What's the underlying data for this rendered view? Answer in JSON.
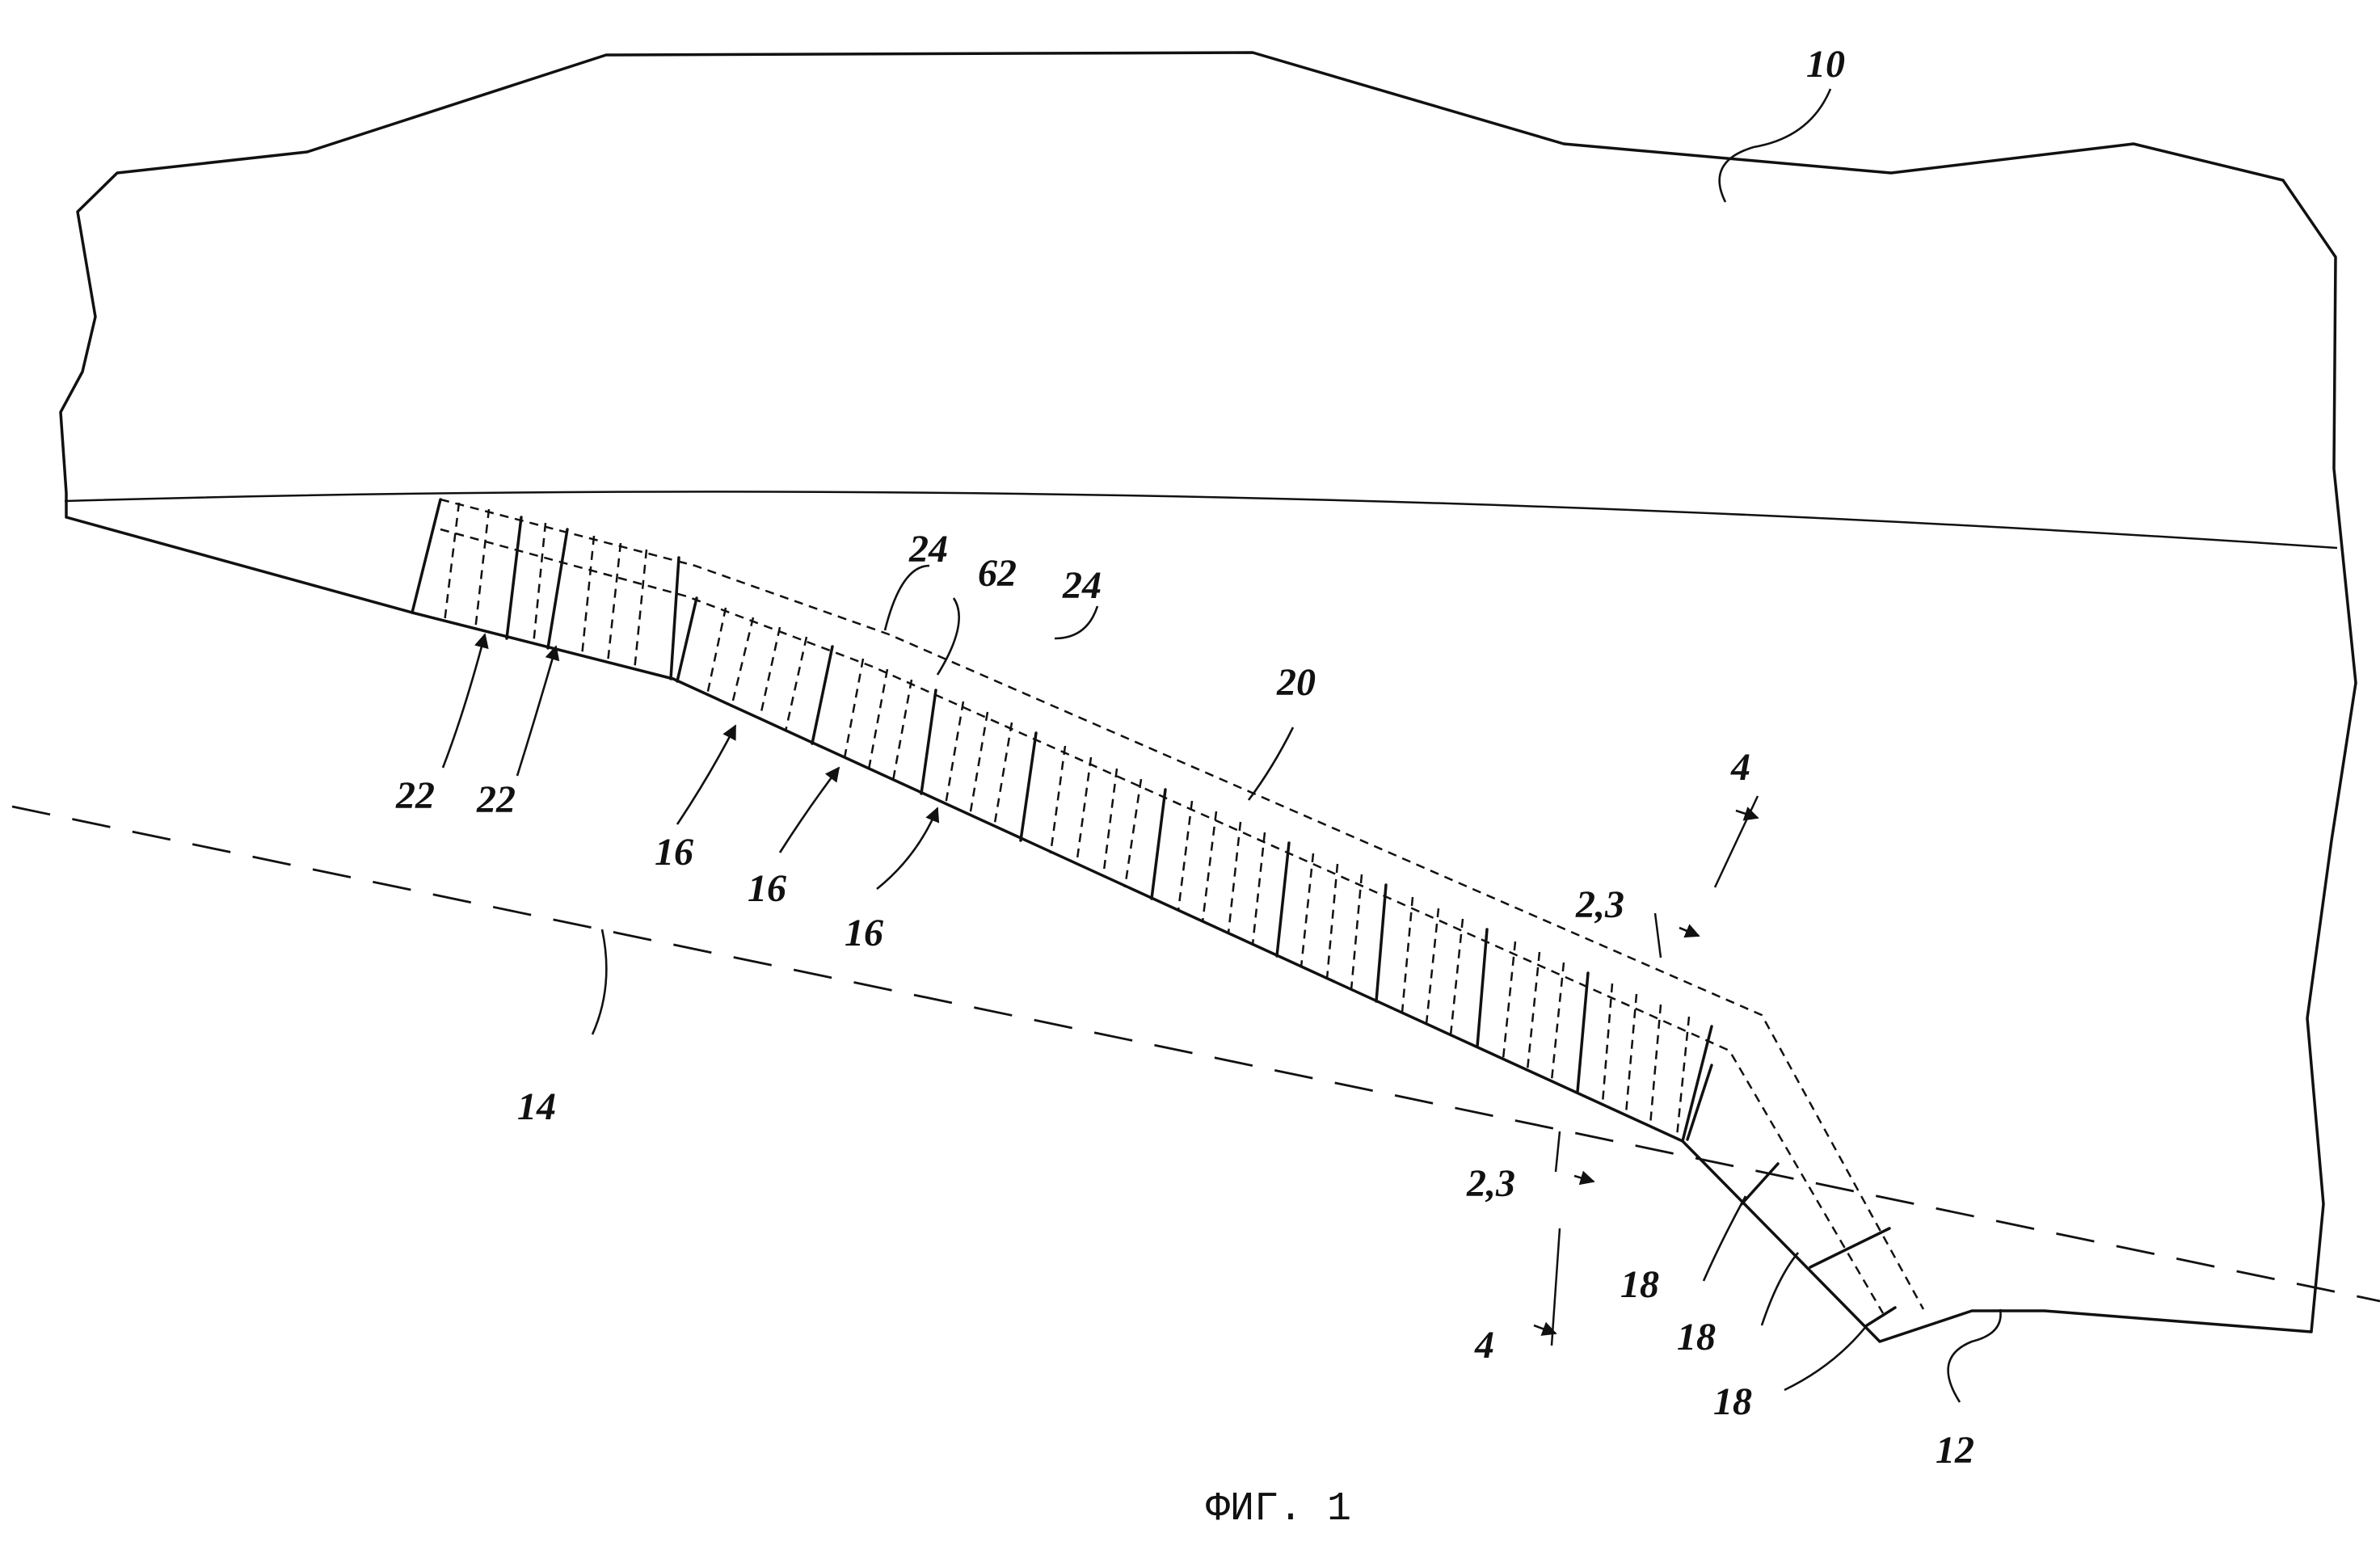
{
  "caption": "ФИГ. 1",
  "labels": {
    "l10": "10",
    "l12": "12",
    "l14": "14",
    "l16a": "16",
    "l16b": "16",
    "l16c": "16",
    "l18a": "18",
    "l18b": "18",
    "l18c": "18",
    "l20": "20",
    "l22a": "22",
    "l22b": "22",
    "l24a": "24",
    "l24b": "24",
    "l62": "62",
    "sec23a": "2,3",
    "sec23b": "2,3",
    "sec4a": "4",
    "sec4b": "4"
  }
}
